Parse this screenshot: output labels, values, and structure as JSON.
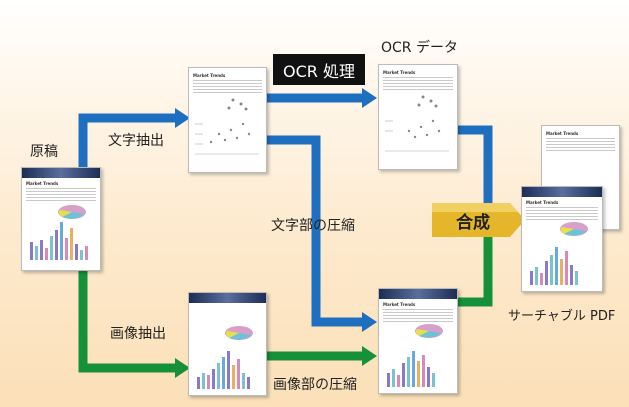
{
  "labels": {
    "original": "原稿",
    "text_extract": "文字抽出",
    "ocr_process": "OCR 処理",
    "ocr_data": "OCR データ",
    "text_compress": "文字部の圧縮",
    "merge": "合成",
    "image_extract": "画像抽出",
    "image_compress": "画像部の圧縮",
    "searchable_pdf": "サーチャブル PDF"
  },
  "doc_title": "Market Trends",
  "colors": {
    "blue_arrow": "#1f6fc0",
    "green_arrow": "#16913a",
    "merge_gold": "#e5b52a",
    "ocr_box": "#111111"
  }
}
